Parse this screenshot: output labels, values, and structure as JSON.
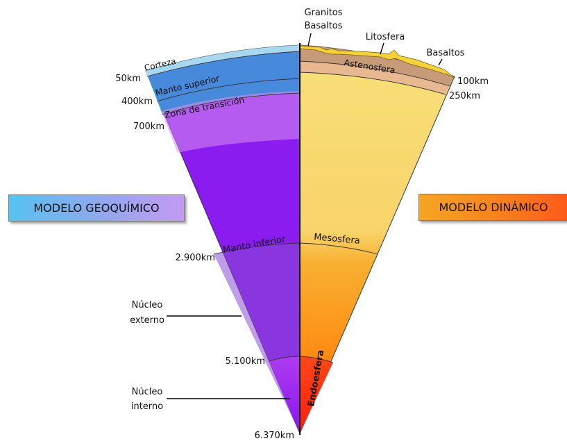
{
  "models": {
    "geochemical": "MODELO GEOQUÍMICO",
    "dynamic": "MODELO DINÁMICO"
  },
  "geochemical_layers": {
    "crust": "Corteza",
    "upper_mantle": "Manto superior",
    "transition_zone": "Zona de transición",
    "lower_mantle": "Manto inferior"
  },
  "dynamic_layers": {
    "asthenosphere": "Astenosfera",
    "mesosphere": "Mesosfera",
    "endosphere": "Endoesfera"
  },
  "depths": {
    "d50": "50km",
    "d400": "400km",
    "d700": "700km",
    "d2900": "2.900km",
    "d5100": "5.100km",
    "d6370": "6.370km",
    "d100": "100km",
    "d250": "250km"
  },
  "core_labels": {
    "outer_line1": "Núcleo",
    "outer_line2": "externo",
    "inner_line1": "Núcleo",
    "inner_line2": "interno"
  },
  "top_labels": {
    "granitos": "Granitos",
    "basaltos_left": "Basaltos",
    "litosfera": "Litosfera",
    "basaltos_right": "Basaltos"
  }
}
